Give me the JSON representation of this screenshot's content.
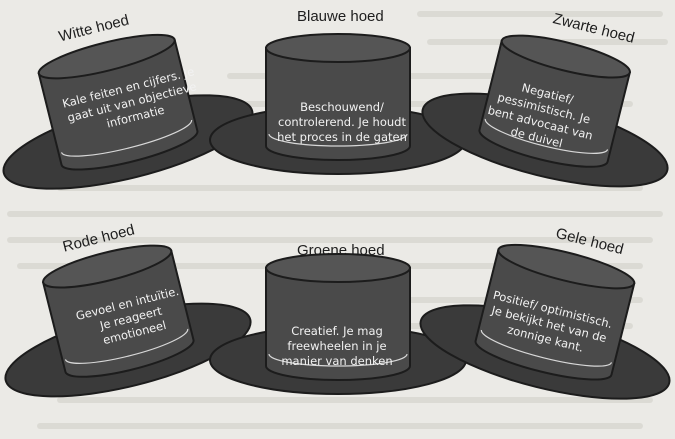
{
  "hats": [
    {
      "title": "Witte hoed",
      "text": "Kale feiten en cijfers. Je gaat uit van objectieve informatie"
    },
    {
      "title": "Blauwe hoed",
      "text": "Beschouwend/ controlerend. Je houdt het proces in de gaten"
    },
    {
      "title": "Zwarte hoed",
      "text": "Negatief/ pessimistisch. Je bent advocaat van de duivel"
    },
    {
      "title": "Rode hoed",
      "text": "Gevoel en intuïtie. Je reageert emotioneel"
    },
    {
      "title": "Groene hoed",
      "text": "Creatief. Je mag freewheelen in je manier van denken"
    },
    {
      "title": "Gele hoed",
      "text": "Positief/ optimistisch. Je bekijkt het van de zonnige kant."
    }
  ],
  "colors": {
    "hat_fill": "#4a4a4a",
    "hat_dark": "#3a3a3a",
    "hat_outline": "#1c1c1c",
    "band_line": "#d8d8d8",
    "hat_text": "#f2f2f2",
    "label_text": "#1e1e1e",
    "background": "#ebeae6"
  }
}
